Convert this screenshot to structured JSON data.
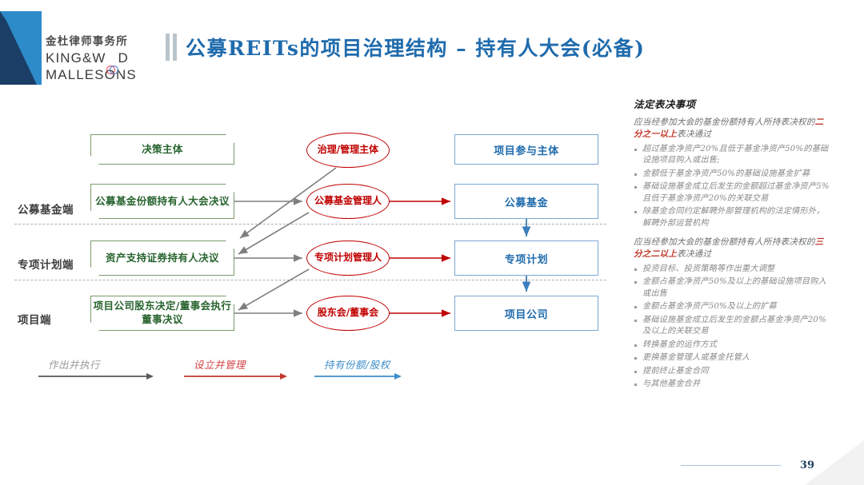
{
  "brand": {
    "name_cn": "金杜律师事务所",
    "name_en_line1": "KING&W",
    "name_en_line1_tail": "D",
    "name_en_line2": "MALLESONS",
    "navy": "#1b3e67",
    "blue": "#2e8bc9"
  },
  "header": {
    "title": "公募REITs的项目治理结构 – 持有人大会(必备)",
    "title_color": "#1f6bad"
  },
  "diagram": {
    "column_headers": {
      "decision": "决策主体",
      "governance": "治理/管理主体",
      "participant": "项目参与主体"
    },
    "row_labels": [
      "公募基金端",
      "专项计划端",
      "项目端"
    ],
    "decision_boxes": [
      "公募基金份额持有人大会决议",
      "资产支持证券持有人决议",
      "项目公司股东决定/董事会执行董事决议"
    ],
    "governance_nodes": [
      "公募基金管理人",
      "专项计划管理人",
      "股东会/董事会"
    ],
    "participant_boxes": [
      "公募基金",
      "专项计划",
      "项目公司"
    ],
    "colors": {
      "green_border": "#7a9a6d",
      "green_text": "#27632e",
      "red": "#c00000",
      "blue_border": "#7aa7d4",
      "blue_text": "#1f6bad",
      "gray_arrow": "#7f7f7f"
    }
  },
  "legend": [
    {
      "label": "作出并执行",
      "color": "#8c8c8c"
    },
    {
      "label": "设立并管理",
      "color": "#c0392b"
    },
    {
      "label": "持有份额/股权",
      "color": "#3d8ec9"
    }
  ],
  "panel": {
    "title": "法定表决事项",
    "sections": [
      {
        "lead_pre": "应当经参加大会的基金份额持有人所持表决权的",
        "lead_hl": "二分之一以上",
        "lead_post": "表决通过",
        "bullets": [
          "超过基金净资产20%且低于基金净资产50%的基础设施项目购入或出售;",
          "金额低于基金净资产50%的基础设施基金扩募",
          "基础设施基金成立后发生的金额超过基金净资产5%且低于基金净资产20%的关联交易",
          "除基金合同约定解聘外部管理机构的法定情形外，解聘外部运营机构"
        ]
      },
      {
        "lead_pre": "应当经参加大会的基金份额持有人所持表决权的",
        "lead_hl": "三分之二以上",
        "lead_post": "表决通过",
        "bullets": [
          "投资目标、投资策略等作出重大调整",
          "金额占基金净资产50%及以上的基础设施项目购入或出售",
          "金额占基金净资产50%及以上的扩募",
          "基础设施基金成立后发生的金额占基金净资产20%及以上的关联交易",
          "转换基金的运作方式",
          "更换基金管理人或基金托管人",
          "提前终止基金合同",
          "与其他基金合并"
        ]
      }
    ]
  },
  "footer": {
    "page_number": "39"
  }
}
